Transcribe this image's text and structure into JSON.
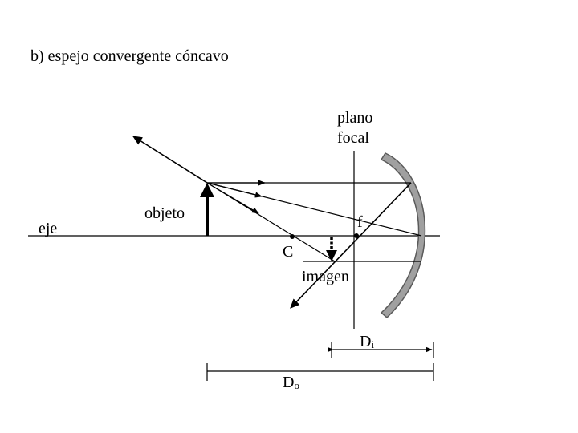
{
  "diagram": {
    "title": "b) espejo convergente cóncavo",
    "labels": {
      "plano": "plano",
      "focal": "focal",
      "eje": "eje",
      "objeto": "objeto",
      "f": "f",
      "C": "C",
      "imagen": "imagen",
      "Di_main": "D",
      "Di_sub": "i",
      "Do_main": "D",
      "Do_sub": "o"
    },
    "colors": {
      "ink": "#000000",
      "mirror_fill": "#a0a0a0",
      "mirror_edge": "#5a5a5a"
    }
  }
}
